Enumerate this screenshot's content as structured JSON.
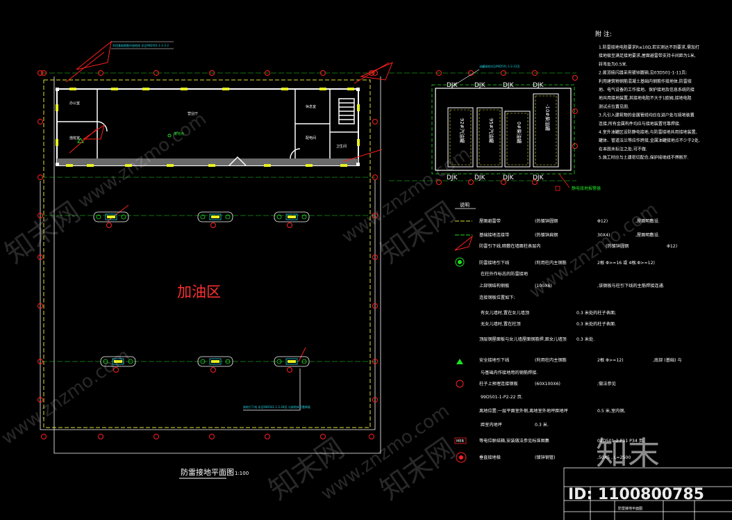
{
  "colors": {
    "background": "#000000",
    "wall": "#ffffff",
    "grid": "#ff2020",
    "dash": "#e0e030",
    "green": "#20e020",
    "cyan": "#20d0e0",
    "red_text": "#ff3030",
    "yellow_bar": "#e8f020",
    "text": "#ffffff"
  },
  "plan": {
    "title": "防雷接地平面图",
    "scale": "1:100",
    "area_label": "加油区",
    "rooms": {
      "main_hall": "营业厅",
      "office": "办公室",
      "duty": "值班室",
      "toilet": "卫生间",
      "lounge": "休息室",
      "store": "配电间"
    },
    "small_label": "接地点",
    "notes_top_left": "利用基础钢筋作接地体 详见99D501-1-1-2-2",
    "notes_bottom": "接地引下线 详见99D501-1-2-28页 与接地体可靠焊接"
  },
  "tanks": {
    "labels": [
      "92#汽油罐",
      "95#汽油罐",
      "0#柴油罐",
      "-10#柴油罐"
    ],
    "djk": "DJK",
    "note_top": "油罐接地详见99D501-1-2-23页",
    "note_bottom": "静电接地报警器"
  },
  "notes": {
    "heading": "附 注:",
    "items": [
      "1.防雷接地电阻要求R≤10Ω,若实测达不到要求,需加打",
      "  接地极至满足接地要求,屋面避雷带支持卡间距为1米,",
      "  转弯处为0.5米.",
      "2.屋顶接闪器采用镀锌圆钢,见03D501-1-11页;",
      "  利用建筑物钢筋混凝土基础内钢筋作接地体,防雷接",
      "  地、电气设备的工作接地、保护接地及信息系统的接",
      "  地共用接地装置,其接地电阻不大于1欧姆,接地电阻",
      "  测试点位置见图.",
      "3.凡引入建筑物的金属管线均应在进户处与接地装置",
      "  连接,所有金属构件均应与接地装置可靠焊接.",
      "4.室外油罐区设防静电接地,与防雷接地共用接地装置,",
      "  罐体、管道法兰等应作跨接,金属油罐接地点不少于2处,",
      "  在本图未标注之处,可不做.",
      "5.施工时应与土建密切配合,保护接地线不得断开."
    ]
  },
  "legend": {
    "heading": "说明",
    "rows": [
      {
        "text": "屋面避雷带",
        "mid": "(热镀锌圆钢",
        "right": "Φ12)",
        "tail": ",屋面明敷设."
      },
      {
        "text": "基础接地连接带",
        "mid": "(热镀锌扁钢",
        "right": "30X4)",
        "tail": ",屋面明敷设."
      },
      {
        "text": "防雷引下线,暗敷在墙面柱表层内",
        "mid": "",
        "right": "(热镀锌圆钢",
        "tail": "Φ12)"
      },
      {
        "text": "防雷接地引下线",
        "mid": "(利用柱内主钢筋",
        "right": "2根 Φ>=16 或 4根 Φ>=12)",
        "tail": "."
      },
      {
        "text": "在柱外作标志的防雷接地",
        "mid": "",
        "right": "",
        "tail": ""
      },
      {
        "text": "上部钢结构钢板",
        "mid": "(100X6)",
        "right": ",该钢板与柱引下线的主筋焊接连通.",
        "tail": ""
      },
      {
        "text": "连接钢板位置如下:",
        "mid": "",
        "right": "",
        "tail": ""
      },
      {
        "text": "有女儿墙时,置在女儿墙顶",
        "mid": "",
        "right": "0.3  米处的柱子表面;",
        "tail": ""
      },
      {
        "text": "无女儿墙时,置在柱顶",
        "mid": "",
        "right": "0.3  米处的柱子表面.",
        "tail": ""
      },
      {
        "text": "顶层钢屋面板与女儿墙屋面钢筋焊,距女儿墙顶",
        "mid": "",
        "right": "0.3  米处.",
        "tail": ""
      },
      {
        "text": "安全接地引下线",
        "mid": "(利用柱内主钢筋",
        "right": "2根 Φ>=12)",
        "tail": ",底部  (基础)  与"
      },
      {
        "text": "与基础内作接地用的钢筋焊接.",
        "mid": "",
        "right": "",
        "tail": ""
      },
      {
        "text": "柱子上预埋连接钢板",
        "mid": "(60X100X6)",
        "right": ";做法参见",
        "tail": ""
      },
      {
        "text": "99D501-1-P2-22   页.",
        "mid": "",
        "right": "",
        "tail": ""
      },
      {
        "text": "离地位置:一层平面室外侧,离地室外地坪距地坪",
        "mid": "",
        "right": "0.5  米,室内侧,",
        "tail": ""
      },
      {
        "text": "距室内地坪",
        "mid": "0.3  米.",
        "right": "",
        "tail": ""
      },
      {
        "text": "等电位联结箱,安装做法参见标准图集",
        "mid": "",
        "right": "02D501-2  P11  P34 页.",
        "tail": ""
      },
      {
        "text": "垂直接地极",
        "mid": "(镀锌钢管)",
        "right": ",50X5  ,  L=2500",
        "tail": ""
      }
    ],
    "megbox": "MEB"
  },
  "titleblock": {
    "drawing_name": "防雷接地平面图",
    "id_text": "ID: 1100800785"
  },
  "watermark": {
    "brand_cn": "知末",
    "brand_url": "www.znzmo.com",
    "brand_cn_full": "知末网"
  }
}
